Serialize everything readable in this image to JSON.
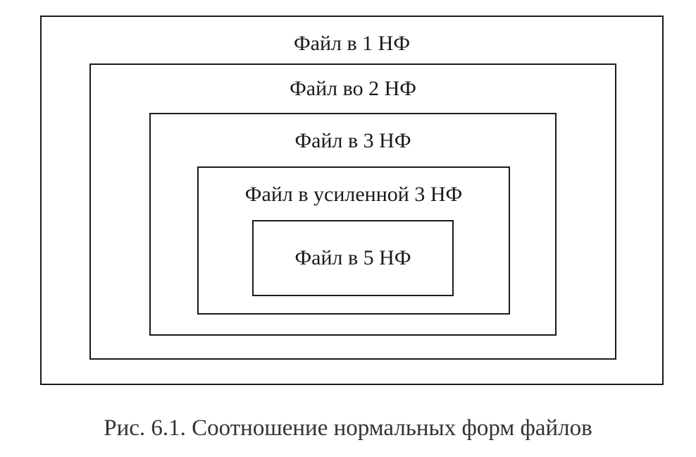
{
  "levels": [
    {
      "label": "Файл в 1 НФ"
    },
    {
      "label": "Файл во 2 НФ"
    },
    {
      "label": "Файл в 3 НФ"
    },
    {
      "label": "Файл в усиленной 3 НФ"
    },
    {
      "label": "Файл в 5 НФ"
    }
  ],
  "caption": "Рис. 6.1. Соотношение нормальных форм файлов"
}
